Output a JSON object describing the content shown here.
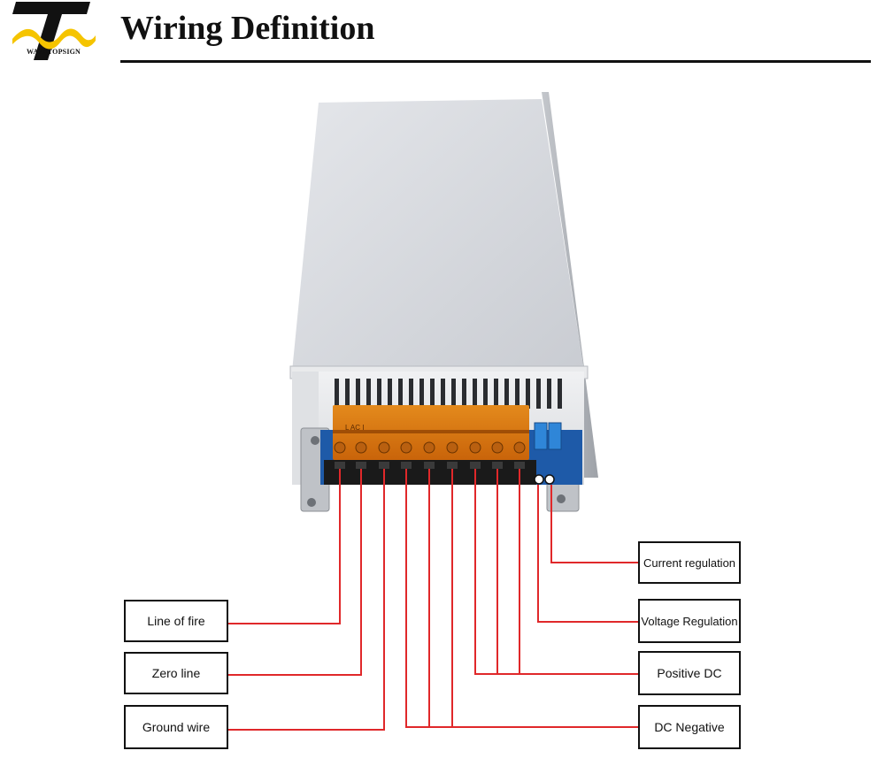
{
  "header": {
    "title": "Wiring Definition",
    "logo_text": "WAVETOPSIGN"
  },
  "terminal_block": {
    "marking": "L AC I"
  },
  "labels": {
    "left": [
      "Line of fire",
      "Zero line",
      "Ground wire"
    ],
    "right": [
      "Current regulation",
      "Voltage Regulation",
      "Positive DC",
      "DC Negative"
    ]
  },
  "colors": {
    "wire": "#e0282a",
    "accent_logo": "#f5c400",
    "terminal": "#e07a12"
  }
}
